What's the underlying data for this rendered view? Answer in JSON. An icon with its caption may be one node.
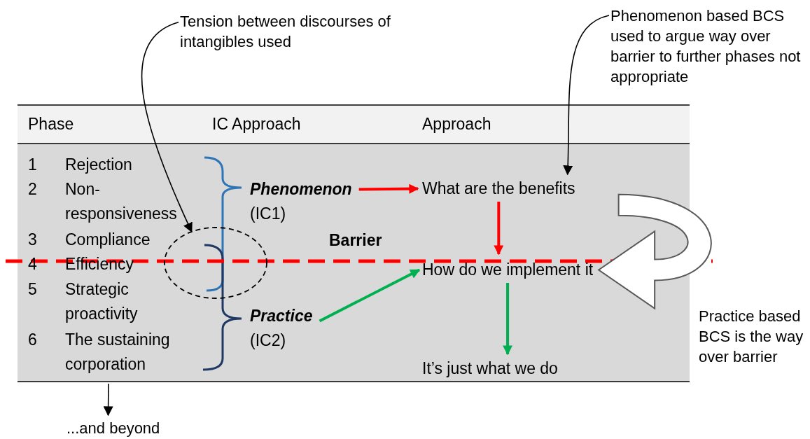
{
  "diagram": {
    "nodes": [
      {
        "text": [
          "Tension between discourses of intangibles used"
        ]
      },
      {
        "text": [],
        "shape": "ellipse"
      },
      {
        "text": [
          "Phenomenon based BCS used to argue way over barrier to further phases not appropriate"
        ]
      },
      {
        "text": [
          "What are the benefits"
        ]
      },
      {
        "text": [
          "Phenomenon",
          "(IC1)"
        ]
      },
      {
        "text": [
          "How do we implement it"
        ]
      },
      {
        "text": [
          "Practice",
          "(IC2)"
        ]
      },
      {
        "text": [
          "It’s just what we do"
        ]
      },
      {
        "text": [
          "Practice based BCS is the way over barrier"
        ]
      },
      {
        "text": [
          "...and beyond"
        ]
      }
    ],
    "edges": [
      {
        "from": 0,
        "to": 1,
        "arrow": "to"
      },
      {
        "from": 2,
        "to": 3,
        "arrow": "to"
      },
      {
        "from": 4,
        "to": 3,
        "arrow": "to",
        "color": "#ff0000"
      },
      {
        "from": 3,
        "to": 5,
        "arrow": "to",
        "color": "#ff0000"
      },
      {
        "from": 6,
        "to": 5,
        "arrow": "to",
        "color": "#00b050"
      },
      {
        "from": 5,
        "to": 7,
        "arrow": "to",
        "color": "#00b050"
      },
      {
        "from": 3,
        "to": 5,
        "arrow": "to",
        "style": "thick"
      },
      {
        "from": null,
        "to": 9,
        "arrow": "to"
      }
    ],
    "labels": [
      "Phase",
      "IC Approach",
      "Approach",
      "1",
      "Rejection",
      "2",
      "Non-responsiveness",
      "3",
      "Compliance",
      "4",
      "Efficiency",
      "5",
      "Strategic proactivity",
      "6",
      "The sustaining corporation",
      "Barrier"
    ]
  }
}
